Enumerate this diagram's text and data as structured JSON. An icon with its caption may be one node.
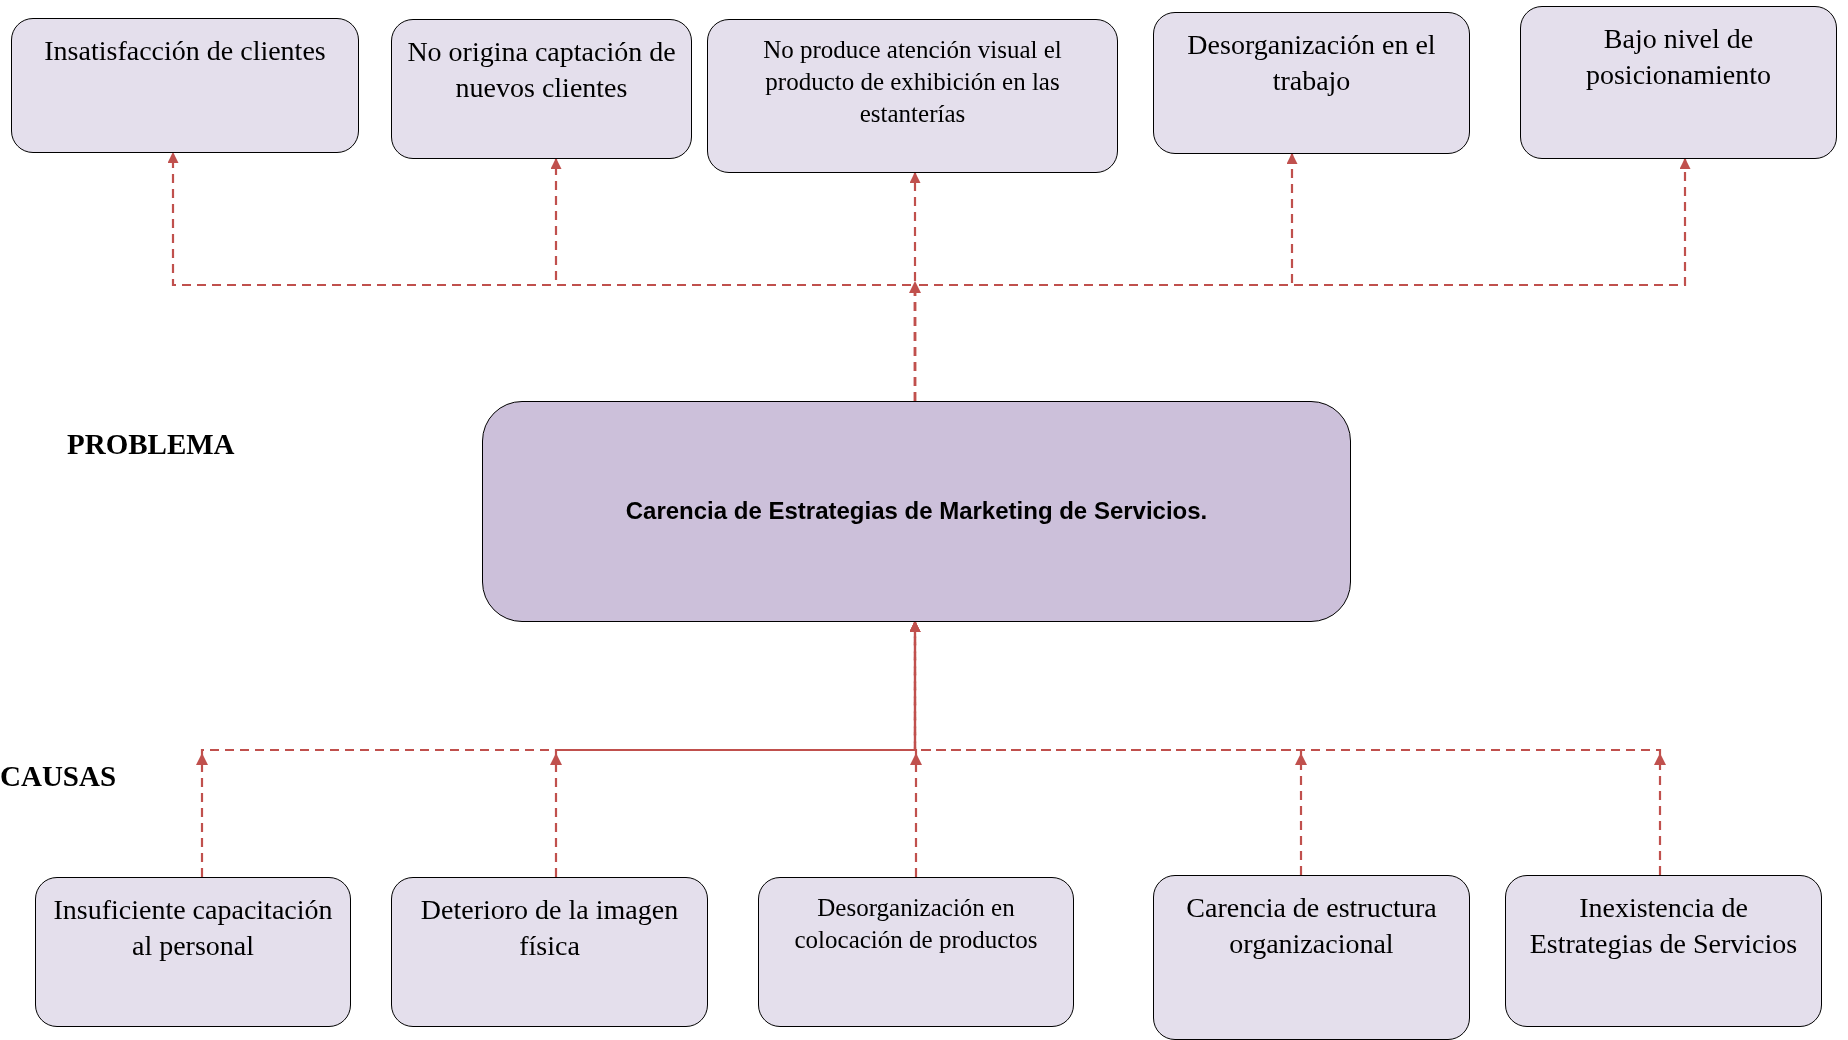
{
  "diagram": {
    "nodes": [
      {
        "text": [
          "Insatisfacción de clientes"
        ]
      },
      {
        "text": [
          "No origina captación de nuevos clientes"
        ]
      },
      {
        "text": [
          "No produce atención visual el producto de exhibición en las estanterías"
        ]
      },
      {
        "text": [
          "Desorganización en el trabajo"
        ]
      },
      {
        "text": [
          "Bajo nivel de posicionamiento"
        ]
      },
      {
        "text": [
          "Carencia de Estrategias de  Marketing de Servicios."
        ]
      },
      {
        "text": [
          "Insuficiente capacitación al personal"
        ]
      },
      {
        "text": [
          "Deterioro de la imagen física"
        ]
      },
      {
        "text": [
          "Desorganización en colocación de productos"
        ]
      },
      {
        "text": [
          "Carencia de estructura organizacional"
        ]
      },
      {
        "text": [
          "Inexistencia de Estrategias de Servicios"
        ]
      }
    ],
    "edges": [
      {
        "from": 5,
        "to": 0,
        "arrow": "to",
        "style": "dashed"
      },
      {
        "from": 5,
        "to": 1,
        "arrow": "to",
        "style": "dashed"
      },
      {
        "from": 5,
        "to": 2,
        "arrow": "to",
        "style": "dashed"
      },
      {
        "from": 5,
        "to": 3,
        "arrow": "to",
        "style": "dashed"
      },
      {
        "from": 5,
        "to": 4,
        "arrow": "to",
        "style": "dashed"
      },
      {
        "from": 6,
        "to": 5,
        "arrow": "to",
        "style": "dashed"
      },
      {
        "from": 7,
        "to": 5,
        "arrow": "to",
        "style": "dashed"
      },
      {
        "from": 8,
        "to": 5,
        "arrow": "to",
        "style": "dashed"
      },
      {
        "from": 9,
        "to": 5,
        "arrow": "to",
        "style": "dashed"
      },
      {
        "from": 10,
        "to": 5,
        "arrow": "to",
        "style": "dashed"
      }
    ],
    "labels": [
      "PROBLEMA",
      "CAUSAS"
    ]
  }
}
